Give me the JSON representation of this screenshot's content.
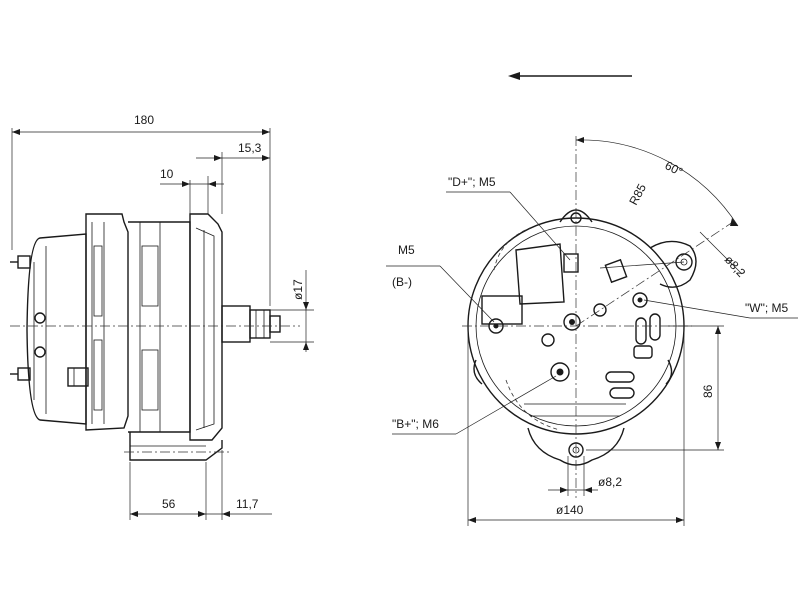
{
  "dimensions": {
    "overall_length": "180",
    "shaft_ext": "15,3",
    "pulley_offset": "10",
    "shaft_dia": "ø17",
    "foot_width": "56",
    "foot_ext": "11,7",
    "angle": "60°",
    "radius": "R85",
    "hole_top": "ø8,2",
    "hole_bottom": "ø8,2",
    "body_dia": "ø140",
    "height": "86"
  },
  "terminals": {
    "d_plus": "\"D+\"; M5",
    "b_minus_size": "M5",
    "b_minus_name": "(B-)",
    "w": "\"W\"; M5",
    "b_plus": "\"B+\"; M6"
  },
  "rotation_arrow": "arrow-left-icon"
}
